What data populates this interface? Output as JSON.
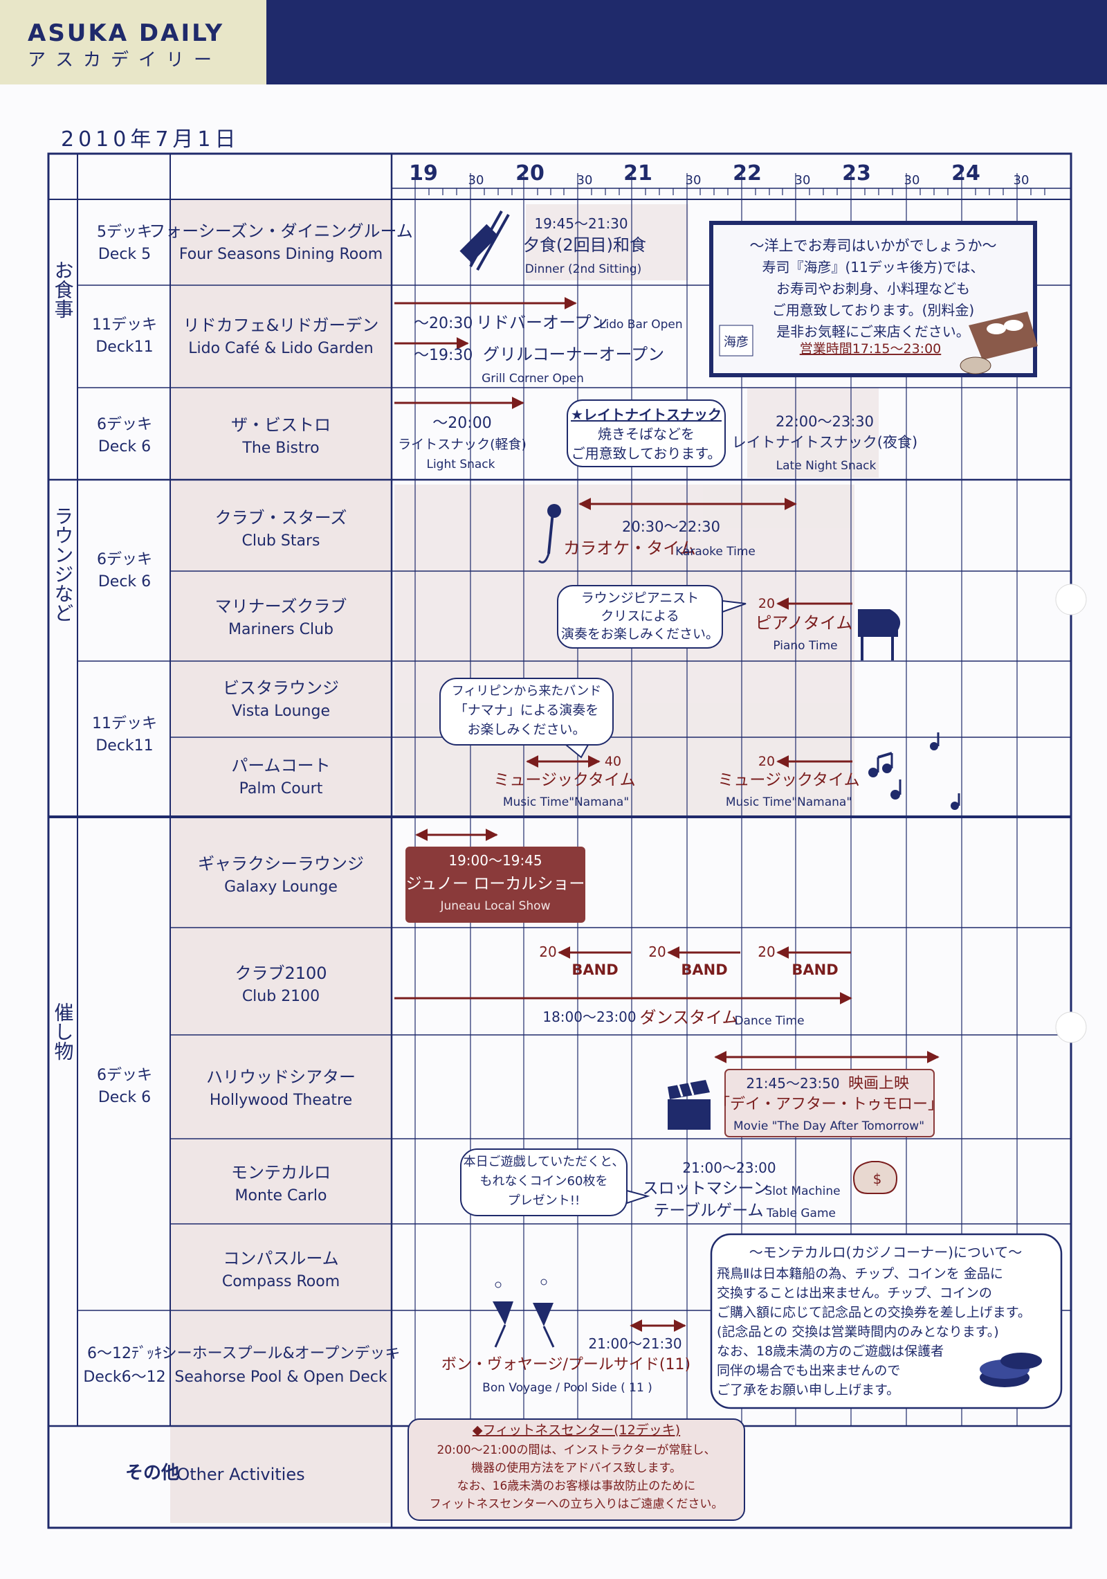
{
  "header": {
    "brand": "ASUKA DAILY",
    "brand_jp": "アスカデイリー"
  },
  "date": "2010年7月1日",
  "timeline": {
    "hours": [
      "19",
      "20",
      "21",
      "22",
      "23",
      "24"
    ],
    "half": "30"
  },
  "sections": {
    "dining": "お食事",
    "lounge": "ラウンジなど",
    "events": "催し物"
  },
  "decks": {
    "deck5": {
      "jp": "5デッキ",
      "en": "Deck 5"
    },
    "deck11a": {
      "jp": "11デッキ",
      "en": "Deck11"
    },
    "deck6a": {
      "jp": "6デッキ",
      "en": "Deck 6"
    },
    "deck6b": {
      "jp": "6デッキ",
      "en": "Deck 6"
    },
    "deck11b": {
      "jp": "11デッキ",
      "en": "Deck11"
    },
    "deck6c": {
      "jp": "6デッキ",
      "en": "Deck 6"
    },
    "deck612": {
      "jp": "6～12ﾃﾞｯｷ",
      "en": "Deck6～12"
    }
  },
  "venues": {
    "four_seasons": {
      "jp": "フォーシーズン・ダイニングルーム",
      "en": "Four Seasons Dining Room"
    },
    "lido": {
      "jp": "リドカフェ&リドガーデン",
      "en": "Lido Café & Lido Garden"
    },
    "bistro": {
      "jp": "ザ・ビストロ",
      "en": "The Bistro"
    },
    "club_stars": {
      "jp": "クラブ・スターズ",
      "en": "Club Stars"
    },
    "mariners": {
      "jp": "マリナーズクラブ",
      "en": "Mariners Club"
    },
    "vista": {
      "jp": "ビスタラウンジ",
      "en": "Vista Lounge"
    },
    "palm": {
      "jp": "パームコート",
      "en": "Palm Court"
    },
    "galaxy": {
      "jp": "ギャラクシーラウンジ",
      "en": "Galaxy Lounge"
    },
    "club2100": {
      "jp": "クラブ2100",
      "en": "Club 2100"
    },
    "hollywood": {
      "jp": "ハリウッドシアター",
      "en": "Hollywood Theatre"
    },
    "monte": {
      "jp": "モンテカルロ",
      "en": "Monte Carlo"
    },
    "compass": {
      "jp": "コンパスルーム",
      "en": "Compass Room"
    },
    "seahorse": {
      "jp": "シーホースプール&オープンデッキ",
      "en": "Seahorse Pool & Open Deck"
    },
    "other": {
      "jp": "その他",
      "en": "Other Activities"
    }
  },
  "events": {
    "dinner": {
      "time": "19:45～21:30",
      "jp": "夕食(2回目)和食",
      "en": "Dinner (2nd Sitting)"
    },
    "sushi": {
      "lines": [
        "～洋上でお寿司はいかがでしょうか～",
        "寿司『海彦』(11デッキ後方)では、",
        "お寿司やお刺身、小料理なども",
        "ご用意致しております。(別料金)",
        "是非お気軽にご来店ください。"
      ],
      "hours": "営業時間17:15～23:00",
      "logo": "海彦"
    },
    "lido_bar": {
      "time": "～20:30",
      "jp": "リドバーオープン",
      "en": "Lido Bar Open"
    },
    "grill": {
      "time": "～19:30",
      "jp": "グリルコーナーオープン",
      "en": "Grill Corner Open"
    },
    "light_snack": {
      "time": "～20:00",
      "jp": "ライトスナック(軽食)",
      "en": "Light Snack"
    },
    "late_note": {
      "title": "★レイトナイトスナック",
      "l1": "焼きそばなどを",
      "l2": "ご用意致しております。"
    },
    "late_snack": {
      "time": "22:00～23:30",
      "jp": "レイトナイトスナック(夜食)",
      "en": "Late Night Snack"
    },
    "karaoke": {
      "time": "20:30～22:30",
      "jp": "カラオケ・タイム",
      "en": "Karaoke Time"
    },
    "pianist_note": {
      "l1": "ラウンジピアニスト",
      "l2": "クリスによる",
      "l3": "演奏をお楽しみください。"
    },
    "piano": {
      "start": "20",
      "jp": "ピアノタイム",
      "en": "Piano Time"
    },
    "band_note": {
      "l1": "フィリピンから来たバンド",
      "l2": "「ナマナ」による演奏を",
      "l3": "お楽しみください。"
    },
    "music1": {
      "end": "40",
      "jp": "ミュージックタイム",
      "en": "Music Time\"Namana\""
    },
    "music2": {
      "start": "20",
      "jp": "ミュージックタイム",
      "en": "Music Time\"Namana\""
    },
    "juneau": {
      "time": "19:00～19:45",
      "jp": "ジュノー ローカルショー",
      "en": "Juneau Local Show"
    },
    "band": {
      "start": "20",
      "label": "BAND"
    },
    "dance": {
      "time": "18:00～23:00",
      "jp": "ダンスタイム",
      "en": "Dance Time"
    },
    "movie": {
      "time": "21:45～23:50",
      "title": "映画上映",
      "jp": "「デイ・アフター・トゥモロー」",
      "en": "Movie \"The Day After Tomorrow\""
    },
    "coin_note": {
      "l1": "本日ご遊戯していただくと、",
      "l2": "もれなくコイン60枚を",
      "l3": "プレゼント!!"
    },
    "casino": {
      "time": "21:00～23:00",
      "jp1": "スロットマシーン",
      "en1": "Slot Machine",
      "jp2": "テーブルゲーム",
      "en2": "Table Game"
    },
    "casino_note": {
      "title": "～モンテカルロ(カジノコーナー)について～",
      "lines": [
        "飛鳥Ⅱは日本籍船の為、チップ、コインを 金品に",
        "交換することは出来ません。チップ、コインの",
        "ご購入額に応じて記念品との交換券を差し上げます。",
        "(記念品との 交換は営業時間内のみとなります。)",
        "なお、18歳未満の方のご遊戯は保護者",
        "同伴の場合でも出来ませんので",
        "ご了承をお願い申し上げます。"
      ]
    },
    "bon_voyage": {
      "time": "21:00～21:30",
      "jp": "ボン・ヴォヤージ/プールサイド(11)",
      "en": "Bon Voyage / Pool Side ( 11 )"
    },
    "fitness": {
      "title": "◆フィットネスセンター(12デッキ)",
      "lines": [
        "20:00～21:00の間は、インストラクターが常駐し、",
        "機器の使用方法をアドバイス致します。",
        "なお、16歳未満のお客様は事故防止のために",
        "フィットネスセンターへの立ち入りはご遠慮ください。"
      ]
    }
  },
  "colors": {
    "navy": "#1f2a6b",
    "cream": "#e8e6c8",
    "shade": "#efe6e6",
    "maroon": "#7a1d1d",
    "show_box": "#8a3a3a"
  }
}
